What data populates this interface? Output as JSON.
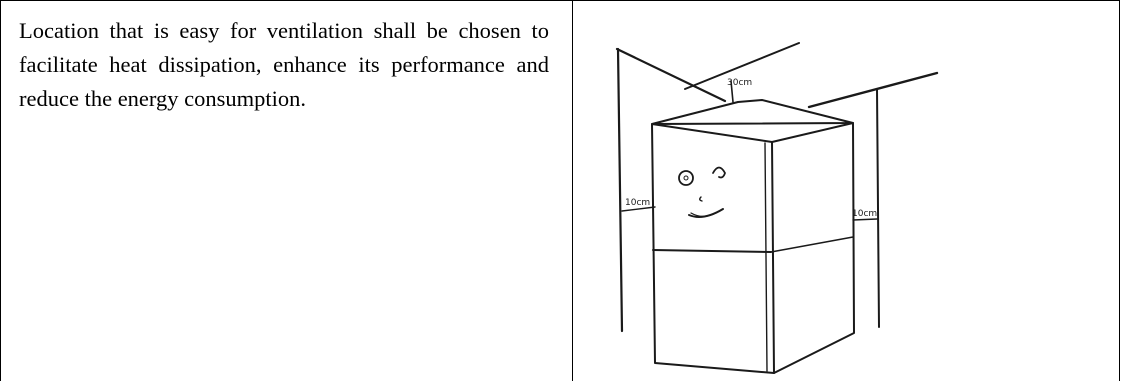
{
  "instruction": {
    "text": "Location that is easy for ventilation shall be chosen to facilitate heat dissipation, enhance its performance and reduce the energy consumption."
  },
  "illustration": {
    "clearance_top": "30cm",
    "clearance_left": "10cm",
    "clearance_right": "10cm"
  }
}
